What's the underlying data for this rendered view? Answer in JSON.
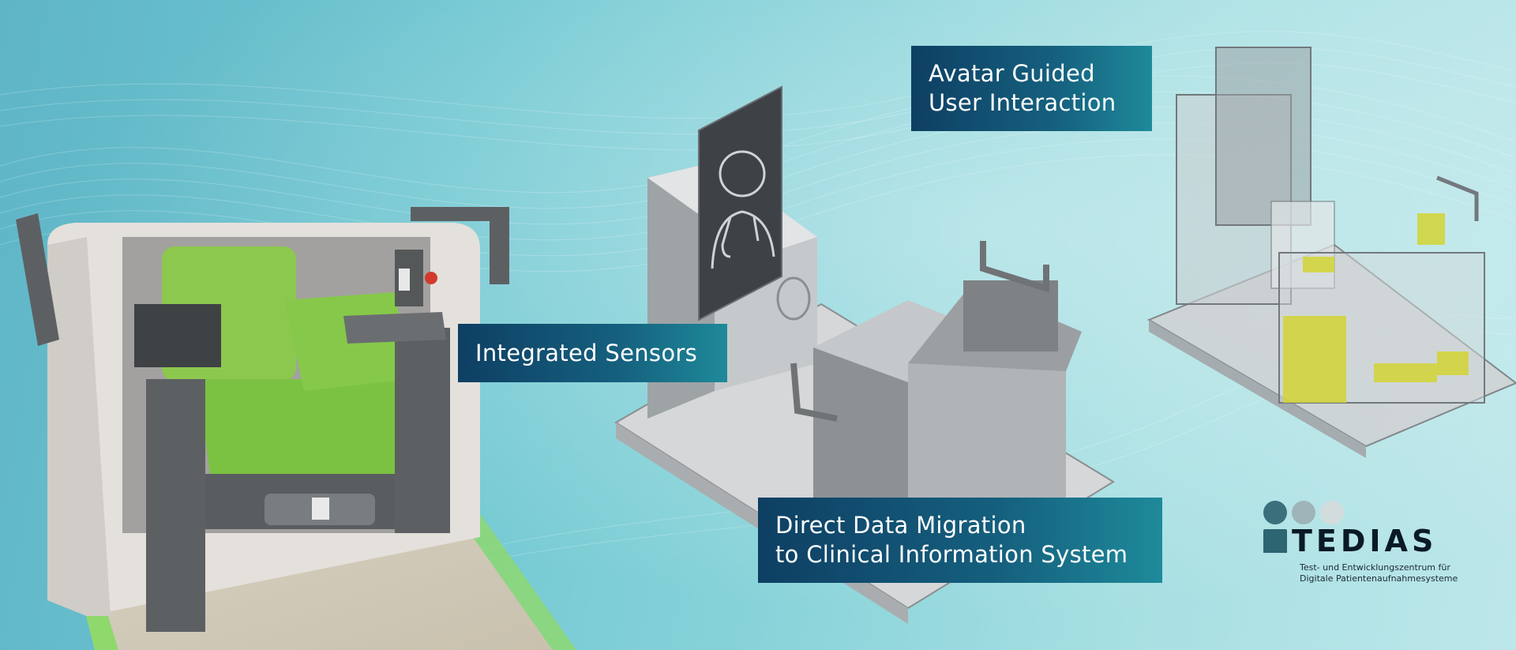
{
  "callouts": {
    "avatar": [
      "Avatar Guided",
      "User Interaction"
    ],
    "sensors": [
      "Integrated Sensors"
    ],
    "migration": [
      "Direct Data Migration",
      "to Clinical Information System"
    ]
  },
  "logo": {
    "name": "TEDIAS",
    "subtitle": [
      "Test- und Entwicklungszentrum für",
      "Digitale Patientenaufnahmesysteme"
    ]
  },
  "colors": {
    "callout_dark": "#0e3f63",
    "callout_light": "#1e8a9a",
    "chair_green": "#7cc242",
    "sensor_yellow": "#d4d22a"
  },
  "icons": [
    "doctor-avatar-icon",
    "tedias-logo-icon"
  ]
}
